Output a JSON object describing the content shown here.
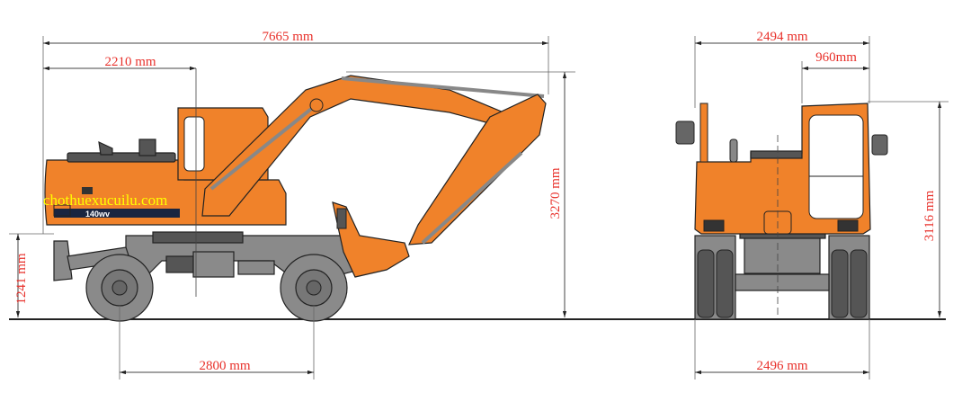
{
  "dimensions": {
    "overall_length": "7665 mm",
    "tail_to_swing_center": "2210 mm",
    "transport_height": "3270 mm",
    "ground_to_counterweight": "1241 mm",
    "wheelbase": "2800 mm",
    "overall_width": "2494 mm",
    "cab_width": "960mm",
    "cab_height": "3116 mm",
    "track_width": "2496 mm"
  },
  "watermark": "chothuexucuilu.com",
  "model_decal": "140wv",
  "colors": {
    "dimension_text": "#e8302a",
    "machine_body": "#f0822a",
    "undercarriage": "#8a8a8a",
    "watermark": "#ffff00"
  }
}
